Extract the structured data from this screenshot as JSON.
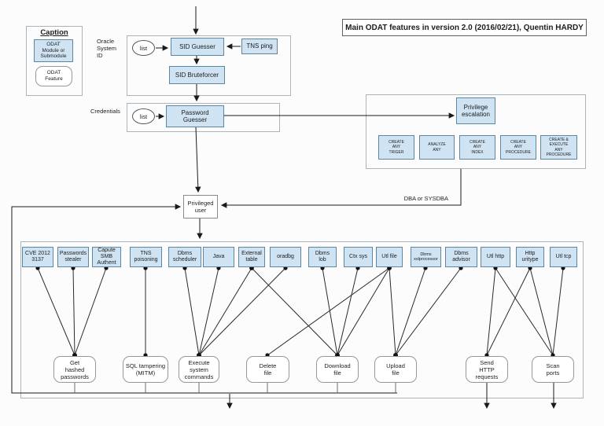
{
  "title": "Main ODAT features in version 2.0 (2016/02/21), Quentin HARDY",
  "caption": {
    "heading": "Caption",
    "module_box": "ODAT\nModule or\nSubmodule",
    "feature_box": "ODAT\nFeature"
  },
  "section_labels": {
    "oracle_system_id": "Oracle\nSystem\nID",
    "credentials": "Credentials",
    "dba_or_sysdba": "DBA or SYSDBA"
  },
  "list_label": "list",
  "nodes": {
    "sid_guesser": "SID Guesser",
    "tns_ping": "TNS ping",
    "sid_bruteforcer": "SID Bruteforcer",
    "password_guesser": "Password\nGuesser",
    "privilege_escalation": "Privilege\nescalation",
    "privileged_user": "Privileged\nuser"
  },
  "privileges": [
    "CREATE\nANY\nTRIGER",
    "ANALYZE\nANY",
    "CREATE\nANY\nINDEX",
    "CREATE\nANY\nPROCEDURE",
    "CREATE &\nEXECUTE\nANY\nPROCEDURE"
  ],
  "modules": [
    "CVE 2012\n3137",
    "Passwords\nstealer",
    "Capute\nSMB\nAuthent",
    "TNS\npoisoning",
    "Dbms\nscheduler",
    "Java",
    "External\ntable",
    "oradbg",
    "Dbms\nlob",
    "Ctx sys",
    "Utl file",
    "Dbms\nxslprocessor",
    "Dbms\nadvisor",
    "Utl http",
    "Http\nuritype",
    "Utl tcp"
  ],
  "features": [
    "Get\nhashed\npasswords",
    "SQL tampering\n(MITM)",
    "Execute\nsystem\ncommands",
    "Delete\nfile",
    "Download\nfile",
    "Upload\nfile",
    "Send\nHTTP\nrequests",
    "Scan\nports"
  ],
  "connections": [
    [
      "CVE 2012 3137",
      "Get hashed passwords"
    ],
    [
      "Passwords stealer",
      "Get hashed passwords"
    ],
    [
      "Capute SMB Authent",
      "Get hashed passwords"
    ],
    [
      "TNS poisoning",
      "SQL tampering (MITM)"
    ],
    [
      "Dbms scheduler",
      "Execute system commands"
    ],
    [
      "Java",
      "Execute system commands"
    ],
    [
      "External table",
      "Execute system commands"
    ],
    [
      "External table",
      "Download file"
    ],
    [
      "oradbg",
      "Execute system commands"
    ],
    [
      "Dbms lob",
      "Download file"
    ],
    [
      "Ctx sys",
      "Download file"
    ],
    [
      "Utl file",
      "Delete file"
    ],
    [
      "Utl file",
      "Download file"
    ],
    [
      "Utl file",
      "Upload file"
    ],
    [
      "Dbms xslprocessor",
      "Upload file"
    ],
    [
      "Dbms advisor",
      "Upload file"
    ],
    [
      "Utl http",
      "Send HTTP requests"
    ],
    [
      "Utl http",
      "Scan ports"
    ],
    [
      "Http uritype",
      "Send HTTP requests"
    ],
    [
      "Http uritype",
      "Scan ports"
    ],
    [
      "Utl tcp",
      "Scan ports"
    ]
  ],
  "colors": {
    "module_fill": "#cfe3f2",
    "module_border": "#5b87a5",
    "container_border": "#a9b4bc",
    "line": "#1a1a1a"
  }
}
